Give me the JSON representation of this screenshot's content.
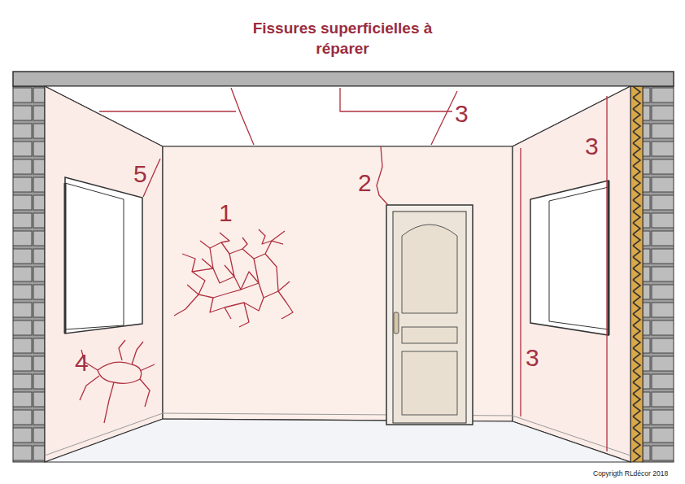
{
  "diagram": {
    "title": "Fissures superficielles à réparer",
    "labels": [
      "5",
      "1",
      "2",
      "3",
      "3",
      "3",
      "4",
      "Copyrigth RLdécor 2018"
    ]
  }
}
